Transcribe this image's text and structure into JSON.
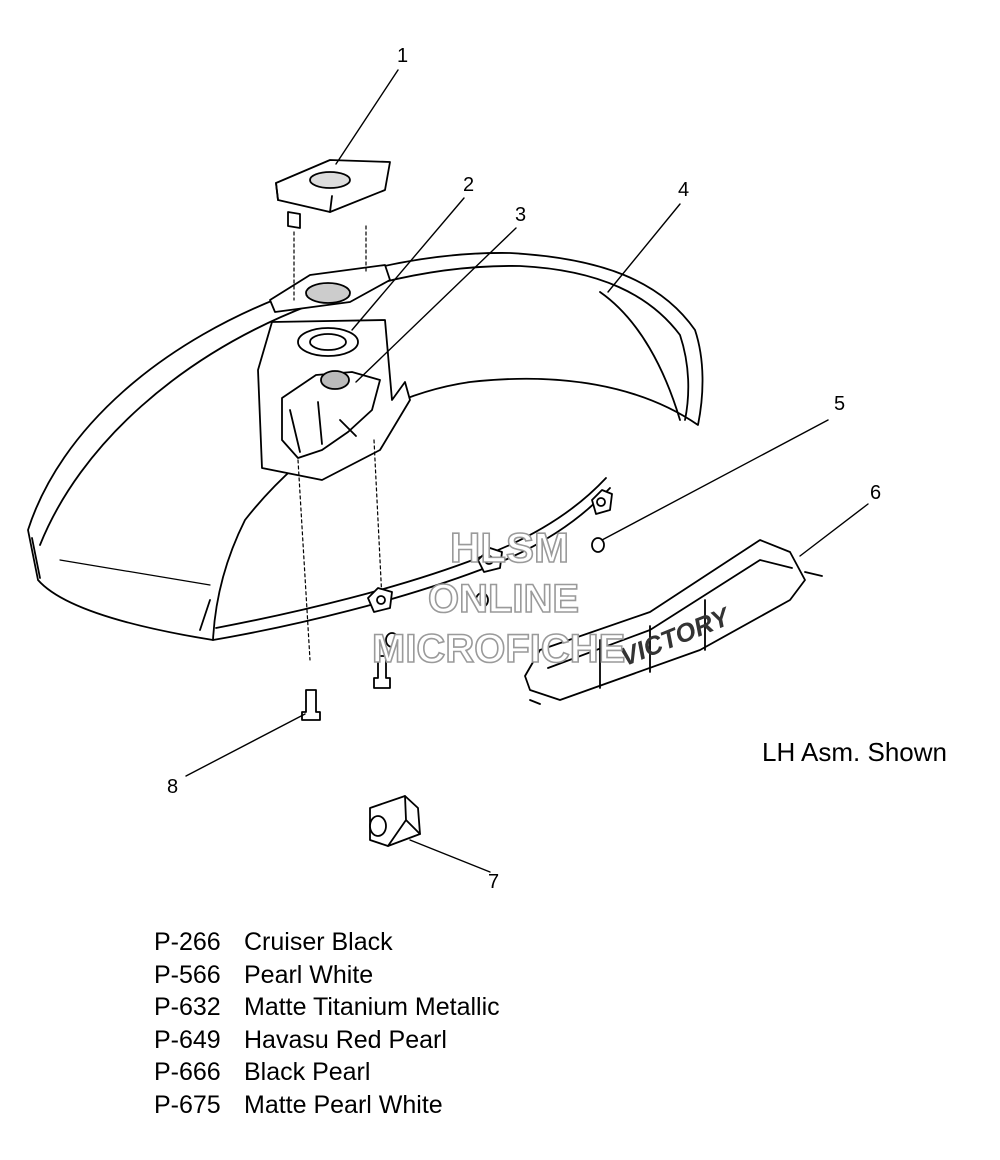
{
  "callouts": {
    "c1": "1",
    "c2": "2",
    "c3": "3",
    "c4": "4",
    "c5": "5",
    "c6": "6",
    "c7": "7",
    "c8": "8"
  },
  "emblem_text": "VICTORY",
  "watermark": {
    "line1": "HLSM",
    "line2": "ONLINE",
    "line3": "MICROFICHE"
  },
  "note": "LH Asm. Shown",
  "legend": [
    {
      "code": "P-266",
      "name": "Cruiser Black"
    },
    {
      "code": "P-566",
      "name": "Pearl White"
    },
    {
      "code": "P-632",
      "name": "Matte Titanium Metallic"
    },
    {
      "code": "P-649",
      "name": "Havasu Red Pearl"
    },
    {
      "code": "P-666",
      "name": "Black Pearl"
    },
    {
      "code": "P-675",
      "name": "Matte Pearl White"
    }
  ]
}
